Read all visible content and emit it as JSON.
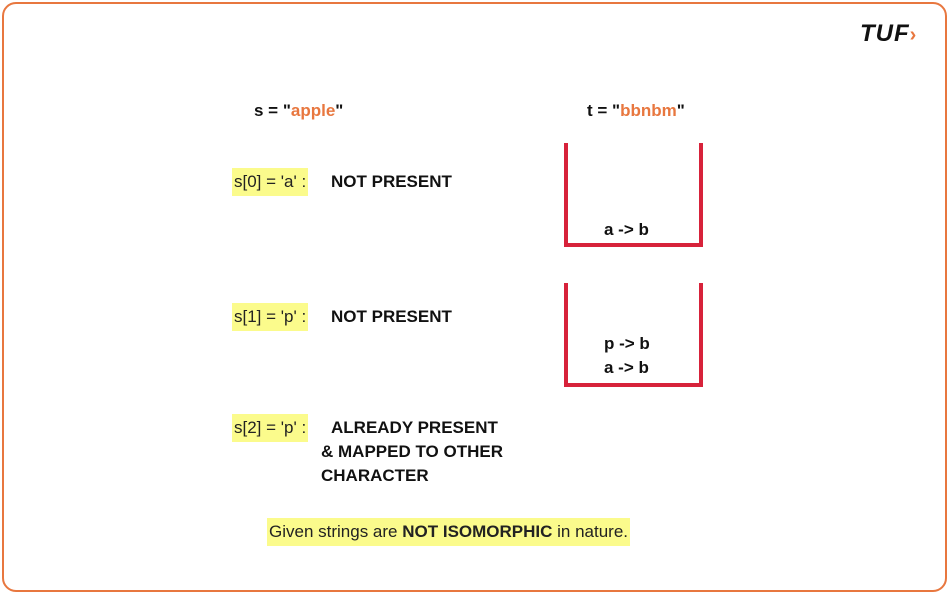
{
  "logo": {
    "text": "TUF",
    "arrow": "›"
  },
  "s_label": {
    "prefix": "s = \"",
    "value": "apple",
    "suffix": "\""
  },
  "t_label": {
    "prefix": "t = \"",
    "value": "bbnbm",
    "suffix": "\""
  },
  "steps": [
    {
      "label": "s[0] = 'a' :",
      "status": "NOT PRESENT"
    },
    {
      "label": "s[1] = 'p' :",
      "status": "NOT PRESENT"
    },
    {
      "label": "s[2] = 'p' :",
      "status_lines": [
        "ALREADY PRESENT",
        "& MAPPED TO OTHER",
        "CHARACTER"
      ]
    }
  ],
  "stack1": [
    "a -> b"
  ],
  "stack2": [
    "p -> b",
    "a -> b"
  ],
  "conclusion": {
    "before": "Given strings are ",
    "bold": "NOT ISOMORPHIC",
    "after": " in nature."
  }
}
